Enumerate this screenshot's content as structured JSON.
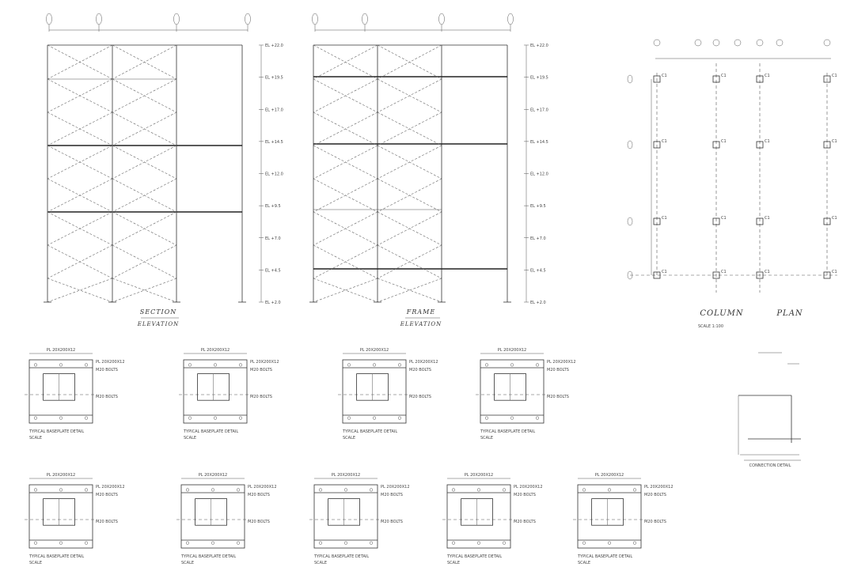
{
  "elevations": [
    {
      "title": "SECTION",
      "subtitle": "ELEVATION"
    },
    {
      "title": "FRAME",
      "subtitle": "ELEVATION"
    }
  ],
  "column_plan": {
    "title_left": "COLUMN",
    "title_right": "PLAN",
    "note": "SCALE 1:100"
  },
  "details_row1": [
    {
      "caption": "TYPICAL BASEPLATE DETAIL"
    },
    {
      "caption": "TYPICAL BASEPLATE DETAIL"
    },
    {
      "caption": "TYPICAL BASEPLATE DETAIL"
    },
    {
      "caption": "TYPICAL BASEPLATE DETAIL"
    }
  ],
  "details_row2": [
    {
      "caption": "TYPICAL BASEPLATE DETAIL"
    },
    {
      "caption": "TYPICAL BASEPLATE DETAIL"
    },
    {
      "caption": "TYPICAL BASEPLATE DETAIL"
    },
    {
      "caption": "TYPICAL BASEPLATE DETAIL"
    },
    {
      "caption": "TYPICAL BASEPLATE DETAIL"
    }
  ],
  "scale_label": "SCALE",
  "plate_label": "PL 20X200X12",
  "bolt_label": "M20 BOLTS",
  "level_labels": [
    "EL +22.0",
    "EL +19.5",
    "EL +17.0",
    "EL +14.5",
    "EL +12.0",
    "EL +9.5",
    "EL +7.0",
    "EL +4.5",
    "EL +2.0"
  ],
  "small_detail_caption": "CONNECTION DETAIL"
}
